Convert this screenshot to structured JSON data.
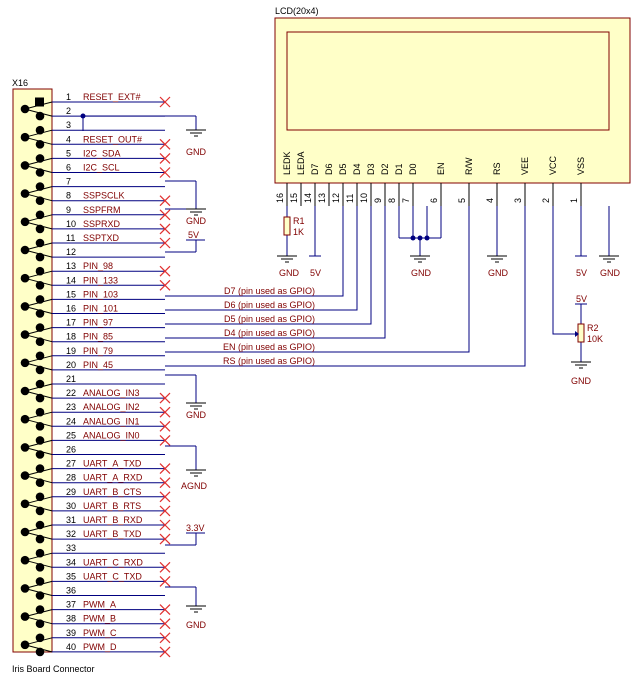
{
  "connector": {
    "designator": "X16",
    "caption": "Iris Board Connector",
    "pins": [
      {
        "n": "1",
        "label": "RESET_EXT#"
      },
      {
        "n": "2",
        "label": ""
      },
      {
        "n": "3",
        "label": ""
      },
      {
        "n": "4",
        "label": "RESET_OUT#"
      },
      {
        "n": "5",
        "label": "I2C_SDA"
      },
      {
        "n": "6",
        "label": "I2C_SCL"
      },
      {
        "n": "7",
        "label": ""
      },
      {
        "n": "8",
        "label": "SSPSCLK"
      },
      {
        "n": "9",
        "label": "SSPFRM"
      },
      {
        "n": "10",
        "label": "SSPRXD"
      },
      {
        "n": "11",
        "label": "SSPTXD"
      },
      {
        "n": "12",
        "label": ""
      },
      {
        "n": "13",
        "label": "PIN_98"
      },
      {
        "n": "14",
        "label": "PIN_133"
      },
      {
        "n": "15",
        "label": "PIN_103"
      },
      {
        "n": "16",
        "label": "PIN_101"
      },
      {
        "n": "17",
        "label": "PIN_97"
      },
      {
        "n": "18",
        "label": "PIN_85"
      },
      {
        "n": "19",
        "label": "PIN_79"
      },
      {
        "n": "20",
        "label": "PIN_45"
      },
      {
        "n": "21",
        "label": ""
      },
      {
        "n": "22",
        "label": "ANALOG_IN3"
      },
      {
        "n": "23",
        "label": "ANALOG_IN2"
      },
      {
        "n": "24",
        "label": "ANALOG_IN1"
      },
      {
        "n": "25",
        "label": "ANALOG_IN0"
      },
      {
        "n": "26",
        "label": ""
      },
      {
        "n": "27",
        "label": "UART_A_TXD"
      },
      {
        "n": "28",
        "label": "UART_A_RXD"
      },
      {
        "n": "29",
        "label": "UART_B_CTS"
      },
      {
        "n": "30",
        "label": "UART_B_RTS"
      },
      {
        "n": "31",
        "label": "UART_B_RXD"
      },
      {
        "n": "32",
        "label": "UART_B_TXD"
      },
      {
        "n": "33",
        "label": ""
      },
      {
        "n": "34",
        "label": "UART_C_RXD"
      },
      {
        "n": "35",
        "label": "UART_C_TXD"
      },
      {
        "n": "36",
        "label": ""
      },
      {
        "n": "37",
        "label": "PWM_A"
      },
      {
        "n": "38",
        "label": "PWM_B"
      },
      {
        "n": "39",
        "label": "PWM_C"
      },
      {
        "n": "40",
        "label": "PWM_D"
      }
    ]
  },
  "gpio_notes": [
    "D7 (pin used as GPIO)",
    "D6 (pin used as GPIO)",
    "D5 (pin used as GPIO)",
    "D4 (pin used as GPIO)",
    "EN (pin used as GPIO)",
    "RS (pin used as GPIO)"
  ],
  "lcd": {
    "title": "LCD(20x4)",
    "pins": [
      {
        "name": "LEDK",
        "n": "16"
      },
      {
        "name": "LEDA",
        "n": "15"
      },
      {
        "name": "D7",
        "n": "14"
      },
      {
        "name": "D6",
        "n": "13"
      },
      {
        "name": "D5",
        "n": "12"
      },
      {
        "name": "D4",
        "n": "11"
      },
      {
        "name": "D3",
        "n": "10"
      },
      {
        "name": "D2",
        "n": "9"
      },
      {
        "name": "D1",
        "n": "8"
      },
      {
        "name": "D0",
        "n": "7"
      },
      {
        "name": "EN",
        "n": "6"
      },
      {
        "name": "R/W",
        "n": "5"
      },
      {
        "name": "RS",
        "n": "4"
      },
      {
        "name": "VEE",
        "n": "3"
      },
      {
        "name": "VCC",
        "n": "2"
      },
      {
        "name": "VSS",
        "n": "1"
      }
    ]
  },
  "components": {
    "r1_ref": "R1",
    "r1_val": "1K",
    "r2_ref": "R2",
    "r2_val": "10K"
  },
  "power": {
    "gnd": "GND",
    "agnd": "AGND",
    "v5": "5V",
    "v33": "3.3V"
  }
}
